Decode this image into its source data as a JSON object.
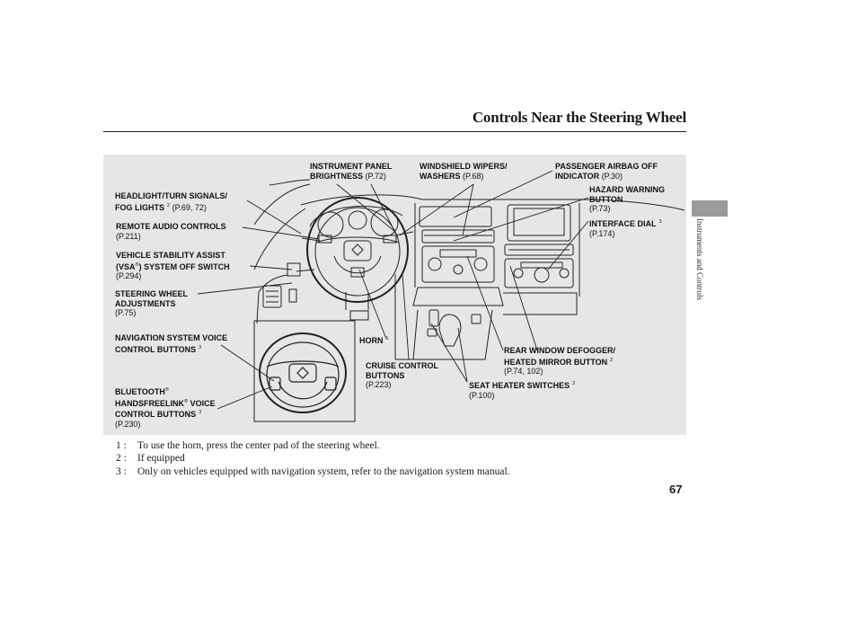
{
  "header": {
    "title": "Controls Near the Steering Wheel"
  },
  "side_tab": {
    "label": "Instruments and Controls"
  },
  "labels": {
    "instrument_panel": {
      "line1": "INSTRUMENT PANEL",
      "line2": "BRIGHTNESS",
      "ref": "(P.72)"
    },
    "windshield_wipers": {
      "line1": "WINDSHIELD WIPERS/",
      "line2": "WASHERS",
      "ref": "(P.68)"
    },
    "passenger_airbag": {
      "line1": "PASSENGER AIRBAG OFF",
      "line2": "INDICATOR",
      "ref": "(P.30)"
    },
    "headlight": {
      "line1": "HEADLIGHT/TURN SIGNALS/",
      "line2": "FOG LIGHTS",
      "sup": "2",
      "ref": "(P.69, 72)"
    },
    "hazard": {
      "line1": "HAZARD WARNING",
      "line2": "BUTTON",
      "ref": "(P.73)"
    },
    "remote_audio": {
      "line1": "REMOTE AUDIO CONTROLS",
      "ref": "(P.211)"
    },
    "interface_dial": {
      "line1": "INTERFACE DIAL",
      "sup": "3",
      "ref": "(P.174)"
    },
    "vsa": {
      "line1": "VEHICLE STABILITY ASSIST",
      "line2a": "(VSA",
      "reg": "®",
      "line2b": ") SYSTEM OFF SWITCH",
      "ref": "(P.294)"
    },
    "steering_adj": {
      "line1": "STEERING WHEEL",
      "line2": "ADJUSTMENTS",
      "ref": "(P.75)"
    },
    "nav_voice": {
      "line1": "NAVIGATION SYSTEM VOICE",
      "line2": "CONTROL BUTTONS",
      "sup": "3"
    },
    "horn": {
      "line1": "HORN",
      "sup": "1"
    },
    "rear_defogger": {
      "line1": "REAR WINDOW DEFOGGER/",
      "line2": "HEATED MIRROR BUTTON",
      "sup": "2",
      "ref": "(P.74, 102)"
    },
    "cruise": {
      "line1": "CRUISE CONTROL",
      "line2": "BUTTONS",
      "ref": "(P.223)"
    },
    "seat_heater": {
      "line1": "SEAT HEATER SWITCHES",
      "sup": "2",
      "ref": "(P.100)"
    },
    "bluetooth": {
      "line1": "BLUETOOTH",
      "reg": "®",
      "line2a": "HANDSFREELINK",
      "reg2": "®",
      "line2b": " VOICE",
      "line3": "CONTROL BUTTONS",
      "sup": "3",
      "ref": "(P.230)"
    }
  },
  "notes": [
    {
      "num": "1 :",
      "text": "To use the horn, press the center pad of the steering wheel."
    },
    {
      "num": "2 :",
      "text": "If equipped"
    },
    {
      "num": "3 :",
      "text": "Only on vehicles equipped with navigation system, refer to the navigation system manual."
    }
  ],
  "page_number": "67",
  "colors": {
    "diagram_bg": "#e6e6e6",
    "side_tab": "#9a9a9a",
    "line": "#222222"
  }
}
